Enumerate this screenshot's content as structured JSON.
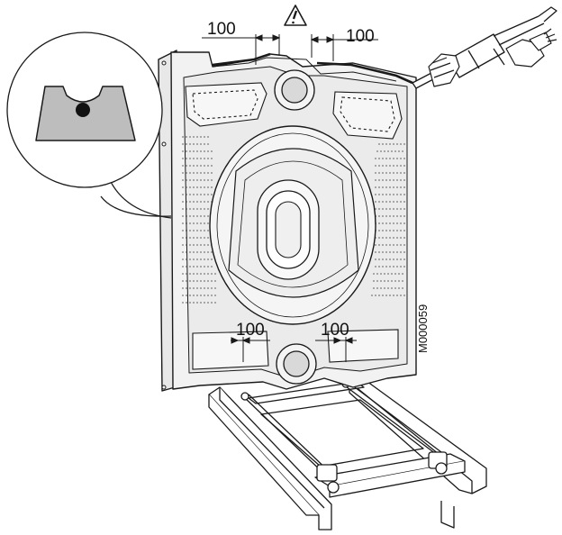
{
  "figure": {
    "top_left_dim": "100",
    "top_right_dim": "100",
    "bottom_left_dim": "100",
    "bottom_right_dim": "100",
    "warning_symbol": "warning-triangle-icon",
    "figure_code": "M000059"
  },
  "colors": {
    "line": "#1a1a1a",
    "panel_fill": "#f2f2f2",
    "panel_inner": "#e6e6e6",
    "bead": "#8a8a8a",
    "callout_fill": "#bdbdbd"
  }
}
